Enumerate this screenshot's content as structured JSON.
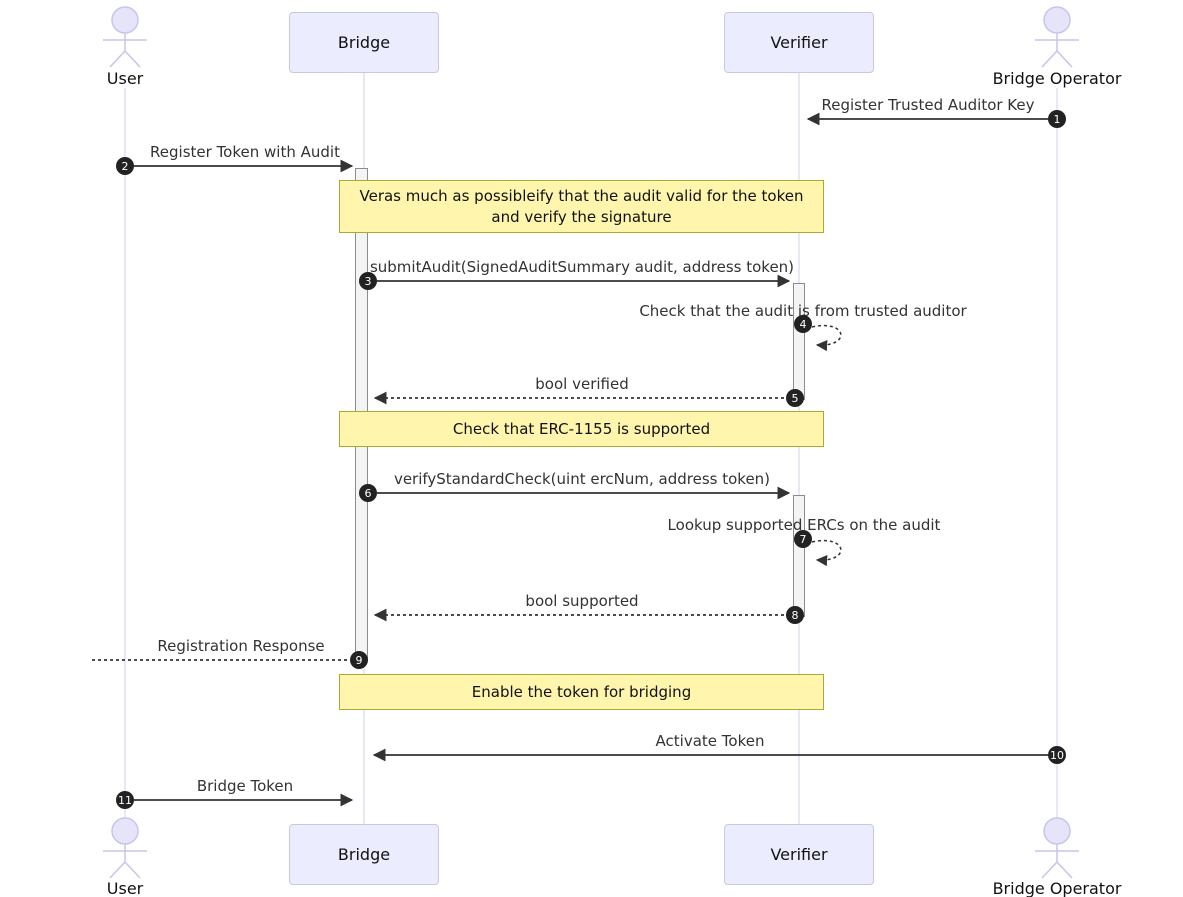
{
  "diagram": {
    "type": "sequence",
    "actors": [
      {
        "name": "User",
        "kind": "actor"
      },
      {
        "name": "Bridge",
        "kind": "participant"
      },
      {
        "name": "Verifier",
        "kind": "participant"
      },
      {
        "name": "Bridge Operator",
        "kind": "actor"
      }
    ],
    "messages": [
      {
        "seq": "1",
        "from": "Bridge Operator",
        "to": "Verifier",
        "label": "Register Trusted Auditor Key",
        "style": "solid"
      },
      {
        "seq": "2",
        "from": "User",
        "to": "Bridge",
        "label": "Register Token with Audit",
        "style": "solid"
      },
      {
        "seq": "3",
        "from": "Bridge",
        "to": "Verifier",
        "label": "submitAudit(SignedAuditSummary audit, address token)",
        "style": "solid"
      },
      {
        "seq": "4",
        "from": "Verifier",
        "to": "Verifier",
        "label": "Check that the audit is from trusted auditor",
        "style": "dashed-self"
      },
      {
        "seq": "5",
        "from": "Verifier",
        "to": "Bridge",
        "label": "bool verified",
        "style": "dashed"
      },
      {
        "seq": "6",
        "from": "Bridge",
        "to": "Verifier",
        "label": "verifyStandardCheck(uint ercNum, address token)",
        "style": "solid"
      },
      {
        "seq": "7",
        "from": "Verifier",
        "to": "Verifier",
        "label": "Lookup supported ERCs on the audit",
        "style": "dashed-self"
      },
      {
        "seq": "8",
        "from": "Verifier",
        "to": "Bridge",
        "label": "bool supported",
        "style": "dashed"
      },
      {
        "seq": "9",
        "from": "Bridge",
        "to": "User",
        "label": "Registration Response",
        "style": "dashed"
      },
      {
        "seq": "10",
        "from": "Bridge Operator",
        "to": "Bridge",
        "label": "Activate Token",
        "style": "solid"
      },
      {
        "seq": "11",
        "from": "User",
        "to": "Bridge",
        "label": "Bridge Token",
        "style": "solid"
      }
    ],
    "notes": [
      {
        "over": "Bridge,Verifier",
        "text": "Veras much as possibleify that the audit valid for the token and verify the signature"
      },
      {
        "over": "Bridge,Verifier",
        "text": "Check that ERC-1155 is supported"
      },
      {
        "over": "Bridge,Verifier",
        "text": "Enable the token for bridging"
      }
    ],
    "colors": {
      "participant_fill": "#ECECFF",
      "participant_border": "#C9C9DE",
      "note_fill": "#FFF5AD",
      "note_border": "#AAAA33",
      "arrow": "#333333",
      "badge": "#222222",
      "lifeline": "#D5CCEF",
      "activation_fill": "#F4F4F4"
    }
  }
}
